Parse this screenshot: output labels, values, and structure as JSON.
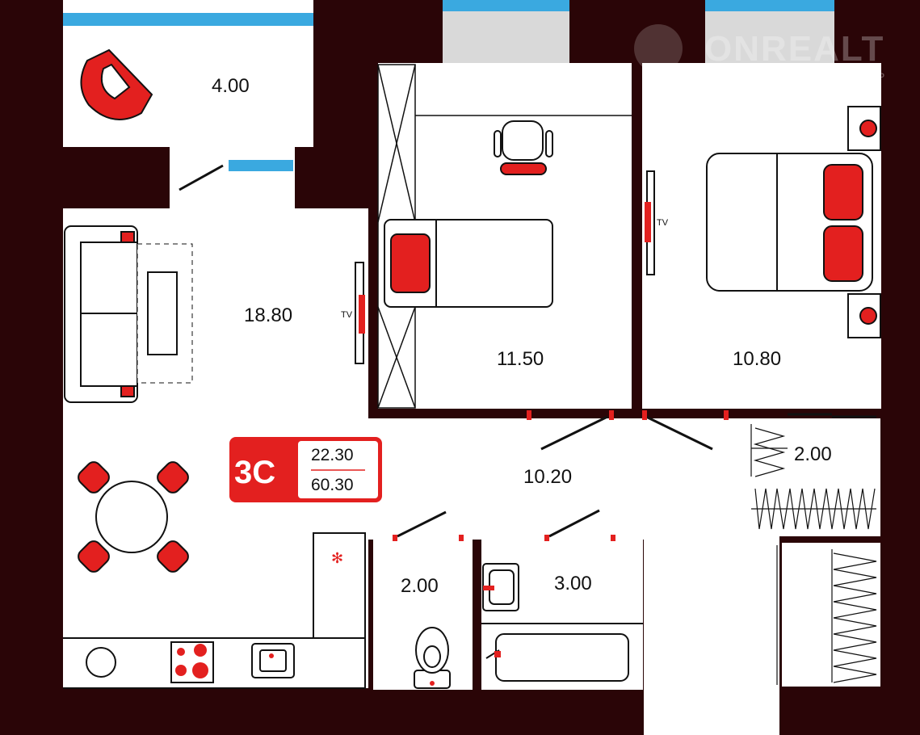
{
  "colors": {
    "wall": "#2a0507",
    "accent": "#e3201f",
    "window": "#3aa9e0",
    "glass": "#d9d9d9"
  },
  "watermark": {
    "brand": "ONREALT",
    "tagline": "НЕДВИЖИМОСТЬ"
  },
  "rooms": {
    "balcony": "4.00",
    "living": "18.80",
    "bedroom1": "11.50",
    "bedroom2": "10.80",
    "hall": "10.20",
    "closet": "2.00",
    "wc": "2.00",
    "bathroom": "3.00"
  },
  "tv_labels": [
    "TV",
    "TV"
  ],
  "badge": {
    "type": "3С",
    "living_area": "22.30",
    "total_area": "60.30"
  }
}
